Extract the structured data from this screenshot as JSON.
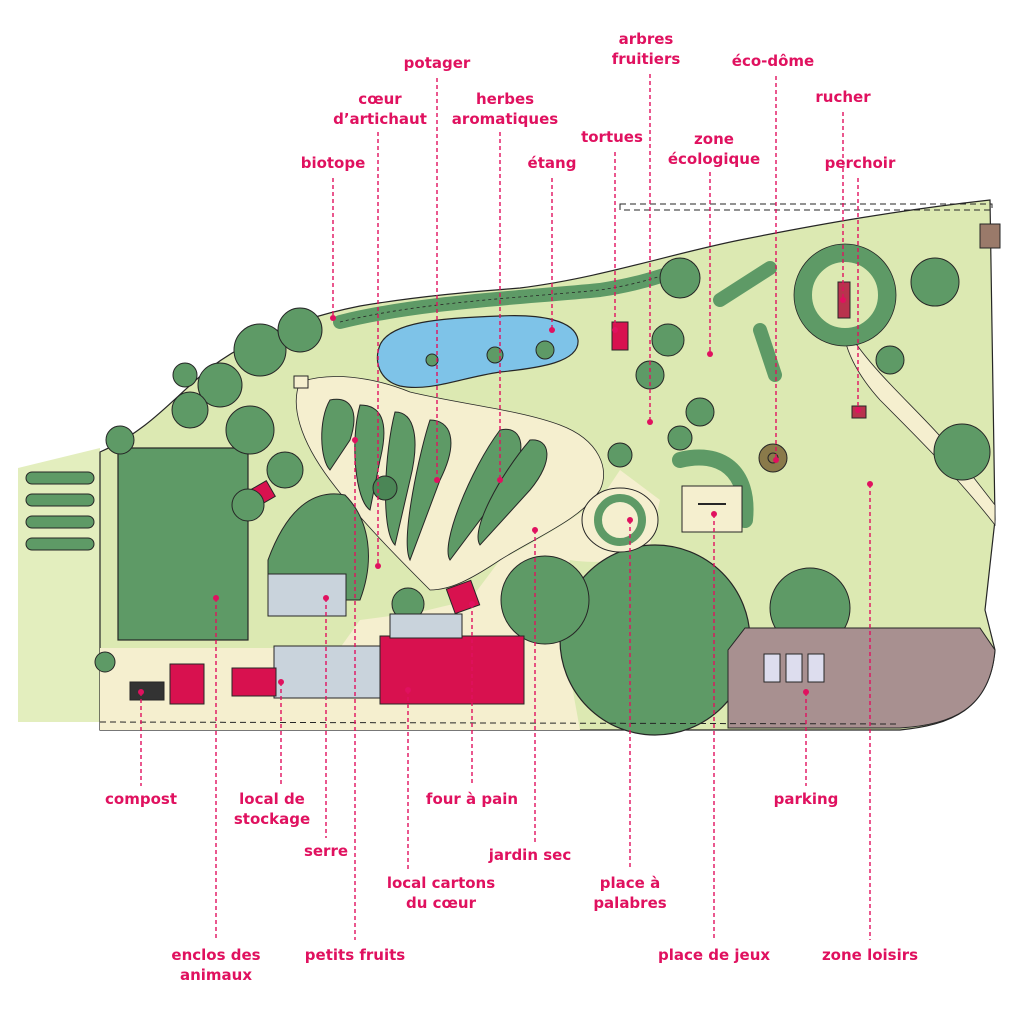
{
  "map": {
    "colors": {
      "label": "#e0115f",
      "grass": "#dce9b2",
      "light_grass": "#e3eebe",
      "tree": "#5e9a66",
      "tree_dark": "#4b8656",
      "path": "#f5efcf",
      "water": "#7ec3e8",
      "building_red": "#d8114f",
      "building_grey": "#c9d3dc",
      "parking": "#a89090",
      "outline": "#262626"
    },
    "labels": [
      {
        "id": "potager",
        "lines": [
          "potager"
        ]
      },
      {
        "id": "arbres-fruitiers",
        "lines": [
          "arbres",
          "fruitiers"
        ]
      },
      {
        "id": "eco-dome",
        "lines": [
          "éco-dôme"
        ]
      },
      {
        "id": "coeur-artichaut",
        "lines": [
          "cœur",
          "d’artichaut"
        ]
      },
      {
        "id": "herbes-aromatiques",
        "lines": [
          "herbes",
          "aromatiques"
        ]
      },
      {
        "id": "rucher",
        "lines": [
          "rucher"
        ]
      },
      {
        "id": "tortues",
        "lines": [
          "tortues"
        ]
      },
      {
        "id": "zone-ecologique",
        "lines": [
          "zone",
          "écologique"
        ]
      },
      {
        "id": "biotope",
        "lines": [
          "biotope"
        ]
      },
      {
        "id": "etang",
        "lines": [
          "étang"
        ]
      },
      {
        "id": "perchoir",
        "lines": [
          "perchoir"
        ]
      },
      {
        "id": "compost",
        "lines": [
          "compost"
        ]
      },
      {
        "id": "local-stockage",
        "lines": [
          "local de",
          "stockage"
        ]
      },
      {
        "id": "four-a-pain",
        "lines": [
          "four à pain"
        ]
      },
      {
        "id": "parking",
        "lines": [
          "parking"
        ]
      },
      {
        "id": "serre",
        "lines": [
          "serre"
        ]
      },
      {
        "id": "jardin-sec",
        "lines": [
          "jardin sec"
        ]
      },
      {
        "id": "local-cartons",
        "lines": [
          "local cartons",
          "du cœur"
        ]
      },
      {
        "id": "place-a-palabres",
        "lines": [
          "place à",
          "palabres"
        ]
      },
      {
        "id": "enclos-animaux",
        "lines": [
          "enclos des",
          "animaux"
        ]
      },
      {
        "id": "petits-fruits",
        "lines": [
          "petits fruits"
        ]
      },
      {
        "id": "place-de-jeux",
        "lines": [
          "place de jeux"
        ]
      },
      {
        "id": "zone-loisirs",
        "lines": [
          "zone loisirs"
        ]
      }
    ]
  }
}
